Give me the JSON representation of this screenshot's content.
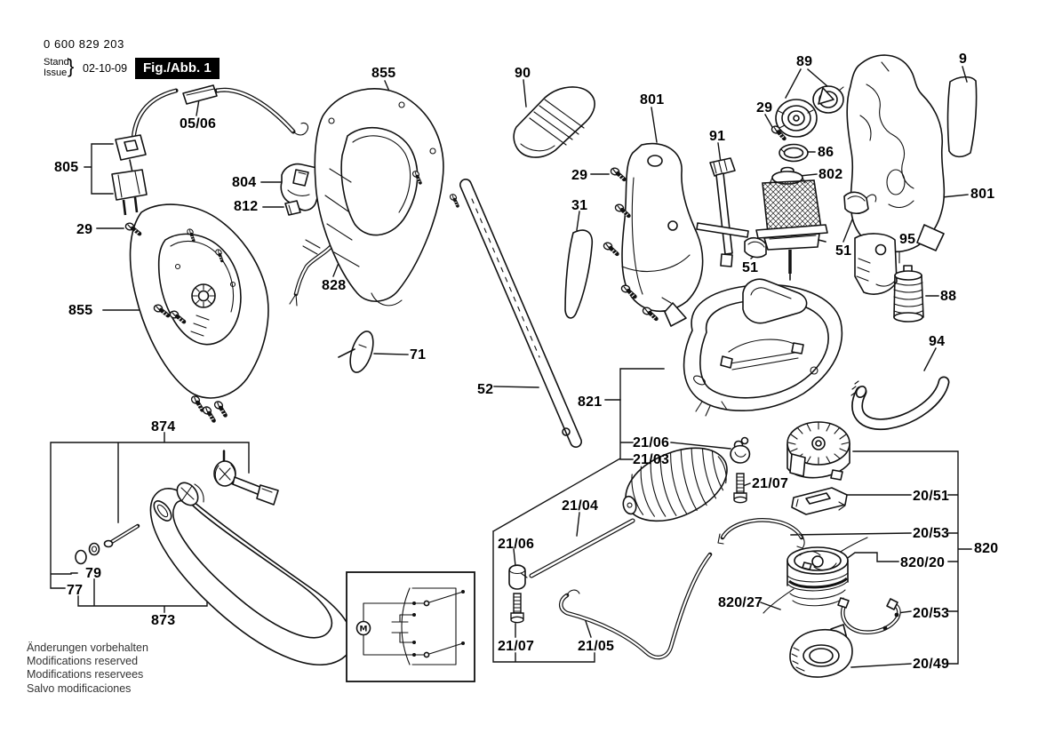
{
  "doc": {
    "part_number": "0 600 829 203",
    "stand_label": "Stand",
    "issue_label": "Issue",
    "brace": "}",
    "date": "02-10-09",
    "figure_label": "Fig./Abb. 1",
    "footer_lines": [
      "Änderungen vorbehalten",
      "Modifications reserved",
      "Modifications reservees",
      "Salvo modificaciones"
    ]
  },
  "labels": [
    "855",
    "05/06",
    "90",
    "801",
    "89",
    "9",
    "29",
    "805",
    "804",
    "812",
    "91",
    "86",
    "802",
    "29",
    "29",
    "31",
    "801",
    "51",
    "95",
    "855",
    "828",
    "51",
    "88",
    "71",
    "94",
    "52",
    "821",
    "874",
    "21/06",
    "21/03",
    "21/07",
    "21/04",
    "20/51",
    "21/06",
    "20/53",
    "820",
    "820/20",
    "79",
    "77",
    "820/27",
    "20/53",
    "873",
    "21/07",
    "21/05",
    "20/49"
  ],
  "circuit": {
    "motor_label": "M"
  },
  "colors": {
    "ink": "#111111",
    "background": "#ffffff",
    "figure_box_bg": "#000000",
    "figure_box_text": "#ffffff"
  }
}
